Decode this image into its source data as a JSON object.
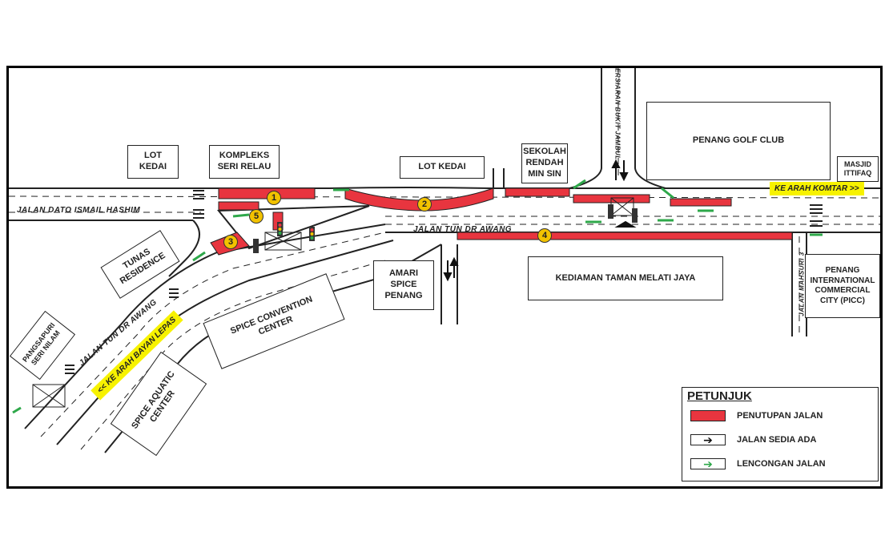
{
  "buildings": {
    "lot_kedai_1": "LOT\nKEDAI",
    "kompleks": "KOMPLEKS\nSERI RELAU",
    "lot_kedai_2": "LOT KEDAI",
    "sekolah": "SEKOLAH\nRENDAH\nMIN SIN",
    "golf": "PENANG GOLF CLUB",
    "masjid": "MASJID\nITTIFAQ",
    "tunas": "TUNAS\nRESIDENCE",
    "amari": "AMARI\nSPICE\nPENANG",
    "taman": "KEDIAMAN TAMAN MELATI JAYA",
    "picc": "PENANG\nINTERNATIONAL\nCOMMERCIAL\nCITY (PICC)",
    "convention": "SPICE CONVENTION\nCENTER",
    "pangsapuri": "PANGSAPURI\nSERI NILAM",
    "aquatic": "SPICE AQUATIC\nCENTER"
  },
  "roads": {
    "ismail": "JALAN DATO ISMAIL HASHIM",
    "tun_main": "JALAN TUN DR AWANG",
    "tun_diag": "JALAN TUN DR AWANG",
    "persiaran": "PERSIARAN BUKIT JAMBUL",
    "mahsuri": "JALAN MAHSURI 3"
  },
  "directions": {
    "komtar": "KE ARAH KOMTAR >>",
    "bayan": "<< KE ARAH BAYAN LEPAS"
  },
  "markers": [
    "1",
    "2",
    "3",
    "4",
    "5"
  ],
  "legend": {
    "title": "PETUNJUK",
    "items": [
      {
        "label": "PENUTUPAN JALAN",
        "color": "#e8353f"
      },
      {
        "label": "JALAN SEDIA ADA",
        "color": "#111111",
        "icon": "black-arrow-icon"
      },
      {
        "label": "LENCONGAN JALAN",
        "color": "#2ea84a",
        "icon": "green-arrow-icon"
      }
    ]
  },
  "colors": {
    "closure": "#e8353f",
    "diversion": "#2ea84a",
    "direction_label": "#f7f200",
    "marker": "#f2c200"
  }
}
